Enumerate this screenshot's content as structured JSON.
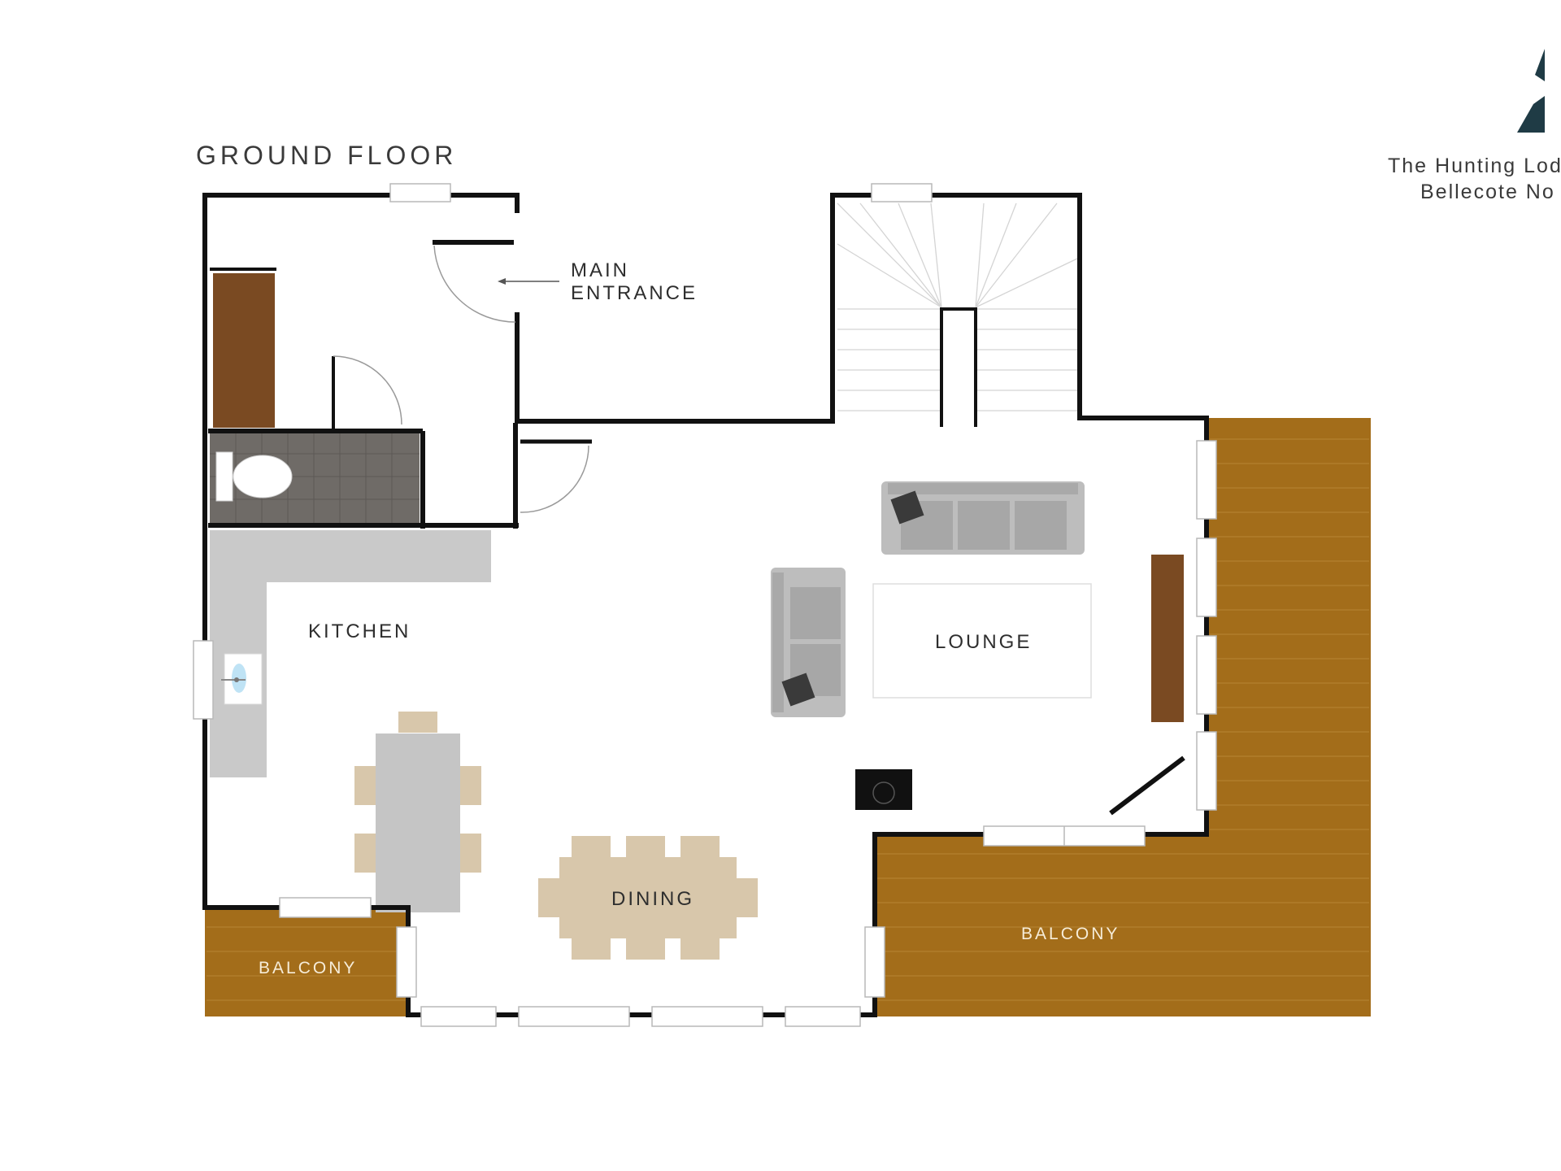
{
  "plan": {
    "title": "GROUND FLOOR",
    "brand": {
      "logo_icon": "mountain-logo-icon",
      "name": "The Hunting Lod",
      "location": "Bellecote No"
    },
    "labels": {
      "entrance_line1": "MAIN",
      "entrance_line2": "ENTRANCE",
      "kitchen": "KITCHEN",
      "lounge": "LOUNGE",
      "dining": "DINING",
      "balcony_left": "BALCONY",
      "balcony_right": "BALCONY"
    },
    "colors": {
      "wall": "#111111",
      "balcony_wood": "#a36d1a",
      "closet_wood": "#7a4a22",
      "tile": "#6f6b67",
      "counter": "#c9c9c9",
      "sofa": "#bdbdbd",
      "dining_table": "#d8c7ab",
      "brand": "#1f3b45"
    }
  }
}
